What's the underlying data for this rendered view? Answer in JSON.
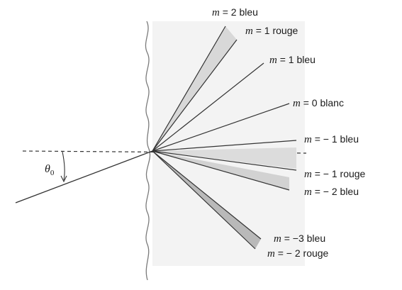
{
  "incidence_angle_label": {
    "symbol": "θ",
    "subscript": "0"
  },
  "orders": [
    {
      "id": "m2-bleu",
      "m": "m",
      "text": " = 2 bleu"
    },
    {
      "id": "m1-rouge",
      "m": "m",
      "text": " = 1 rouge"
    },
    {
      "id": "m1-bleu",
      "m": "m",
      "text": " = 1 bleu"
    },
    {
      "id": "m0-blanc",
      "m": "m",
      "text": " = 0 blanc"
    },
    {
      "id": "m-neg1-bleu",
      "m": "m",
      "text": " = − 1 bleu"
    },
    {
      "id": "m-neg1-rouge",
      "m": "m",
      "text": " = − 1 rouge"
    },
    {
      "id": "m-neg2-bleu",
      "m": "m",
      "text": " = − 2 bleu"
    },
    {
      "id": "m-neg3-bleu",
      "m": "m",
      "text": " = −3 bleu"
    },
    {
      "id": "m-neg2-rouge",
      "m": "m",
      "text": " = − 2 rouge"
    }
  ]
}
